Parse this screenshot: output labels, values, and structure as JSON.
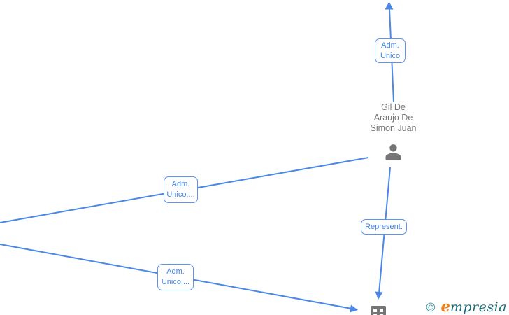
{
  "colors": {
    "edge_blue": "#4a87e9",
    "label_border_blue": "#5b93ee",
    "label_text_blue": "#4485ea",
    "node_gray": "#757575",
    "watermark_copyright_teal": "#2f8fa0",
    "watermark_brand_orange": "#f08019",
    "watermark_brand_teal": "#1b6b77",
    "background": "#ffffff"
  },
  "nodes": {
    "person": {
      "name": "Gil De Araujo De Simon Juan",
      "name_line1": "Gil De",
      "name_line2": "Araujo De",
      "name_line3": "Simon Juan"
    }
  },
  "edges": {
    "top": {
      "label": "Adm. Unico",
      "line1": "Adm.",
      "line2": "Unico"
    },
    "left_upper": {
      "label": "Adm. Unico,...",
      "line1": "Adm.",
      "line2": "Unico,..."
    },
    "left_lower": {
      "label": "Adm. Unico,...",
      "line1": "Adm.",
      "line2": "Unico,..."
    },
    "represent": {
      "label": "Represent."
    }
  },
  "watermark": {
    "copyright": "©",
    "brand_initial": "e",
    "brand_rest": "mpresia"
  }
}
